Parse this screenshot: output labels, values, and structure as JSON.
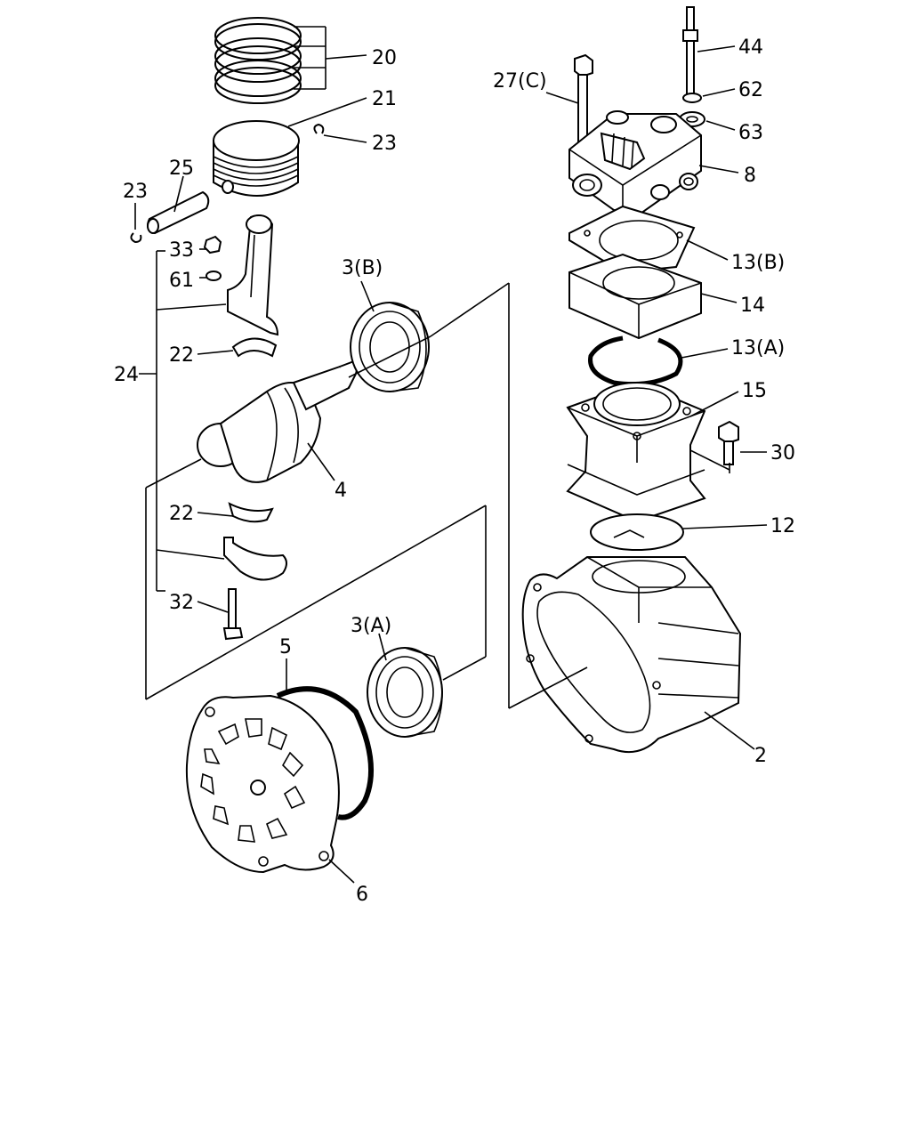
{
  "callouts": {
    "c20": "20",
    "c21": "21",
    "c23a": "23",
    "c25": "25",
    "c23b": "23",
    "c33": "33",
    "c61": "61",
    "c24": "24",
    "c22a": "22",
    "c3b": "3(B)",
    "c4": "4",
    "c22b": "22",
    "c32": "32",
    "c5": "5",
    "c3a": "3(A)",
    "c6": "6",
    "c44": "44",
    "c27c": "27(C)",
    "c62": "62",
    "c63": "63",
    "c8": "8",
    "c13b": "13(B)",
    "c14": "14",
    "c13a": "13(A)",
    "c15": "15",
    "c30": "30",
    "c12": "12",
    "c2": "2"
  }
}
